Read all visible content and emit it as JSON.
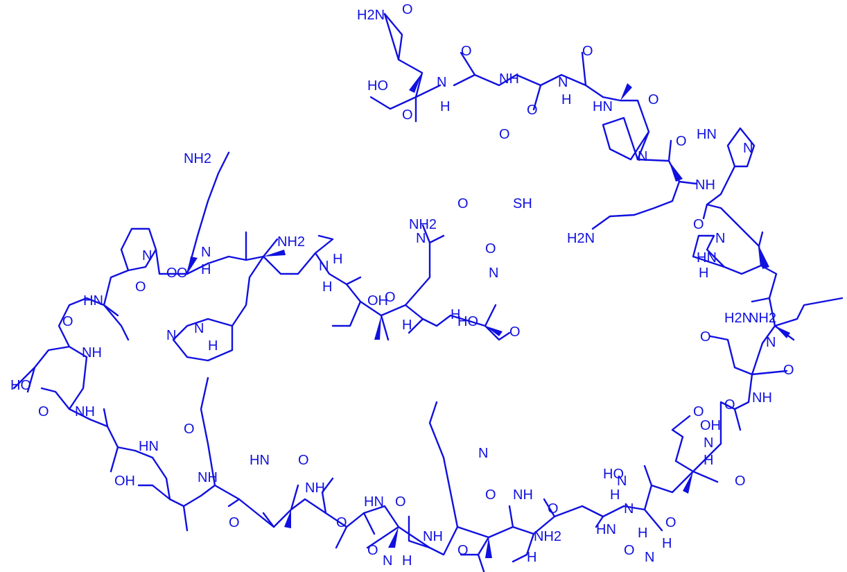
{
  "diagram": {
    "type": "peptide-structure",
    "color": "#1010e0",
    "atom_labels": [
      "H2N",
      "O",
      "HO",
      "O",
      "N",
      "H",
      "O",
      "NH",
      "O",
      "N",
      "H",
      "O",
      "HN",
      "O",
      "HN",
      "N",
      "N",
      "O",
      "NH",
      "H2N",
      "O",
      "HN",
      "H",
      "N",
      "H2N",
      "NH2",
      "O",
      "N",
      "O",
      "NH",
      "O",
      "N",
      "H",
      "O",
      "N",
      "H",
      "O",
      "NH2",
      "O",
      "N",
      "H",
      "NH2",
      "N",
      "O",
      "HN",
      "O",
      "O",
      "NH",
      "HO",
      "O",
      "OH",
      "NH",
      "HN",
      "O",
      "NH",
      "O",
      "HN",
      "O",
      "NH",
      "O",
      "HN",
      "O",
      "NH",
      "O",
      "O",
      "NH",
      "NH2",
      "O",
      "HN",
      "HO",
      "N",
      "H",
      "O",
      "N",
      "H",
      "OH",
      "O",
      "N",
      "H",
      "O",
      "N",
      "H",
      "HO",
      "O",
      "N",
      "H",
      "NH2",
      "N",
      "H",
      "O",
      "SH",
      "O",
      "N",
      "H",
      "O",
      "N",
      "H",
      "O",
      "OH",
      "N",
      "H"
    ]
  }
}
